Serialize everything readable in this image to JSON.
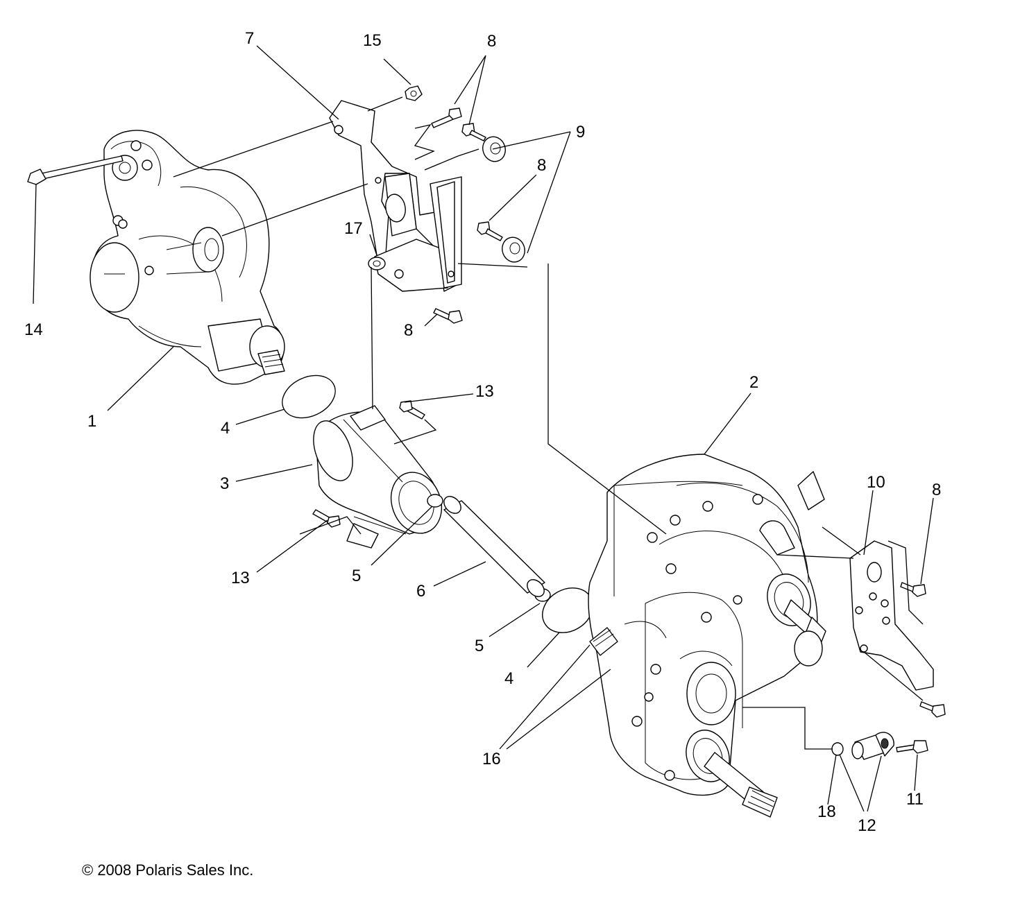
{
  "copyright": "© 2008 Polaris Sales Inc.",
  "callouts": {
    "c1": "1",
    "c2": "2",
    "c3": "3",
    "c4a": "4",
    "c4b": "4",
    "c5a": "5",
    "c5b": "5",
    "c6": "6",
    "c7": "7",
    "c8a": "8",
    "c8b": "8",
    "c8c": "8",
    "c8d": "8",
    "c9": "9",
    "c10": "10",
    "c11": "11",
    "c12": "12",
    "c13a": "13",
    "c13b": "13",
    "c14": "14",
    "c15": "15",
    "c16": "16",
    "c17": "17",
    "c18": "18"
  }
}
